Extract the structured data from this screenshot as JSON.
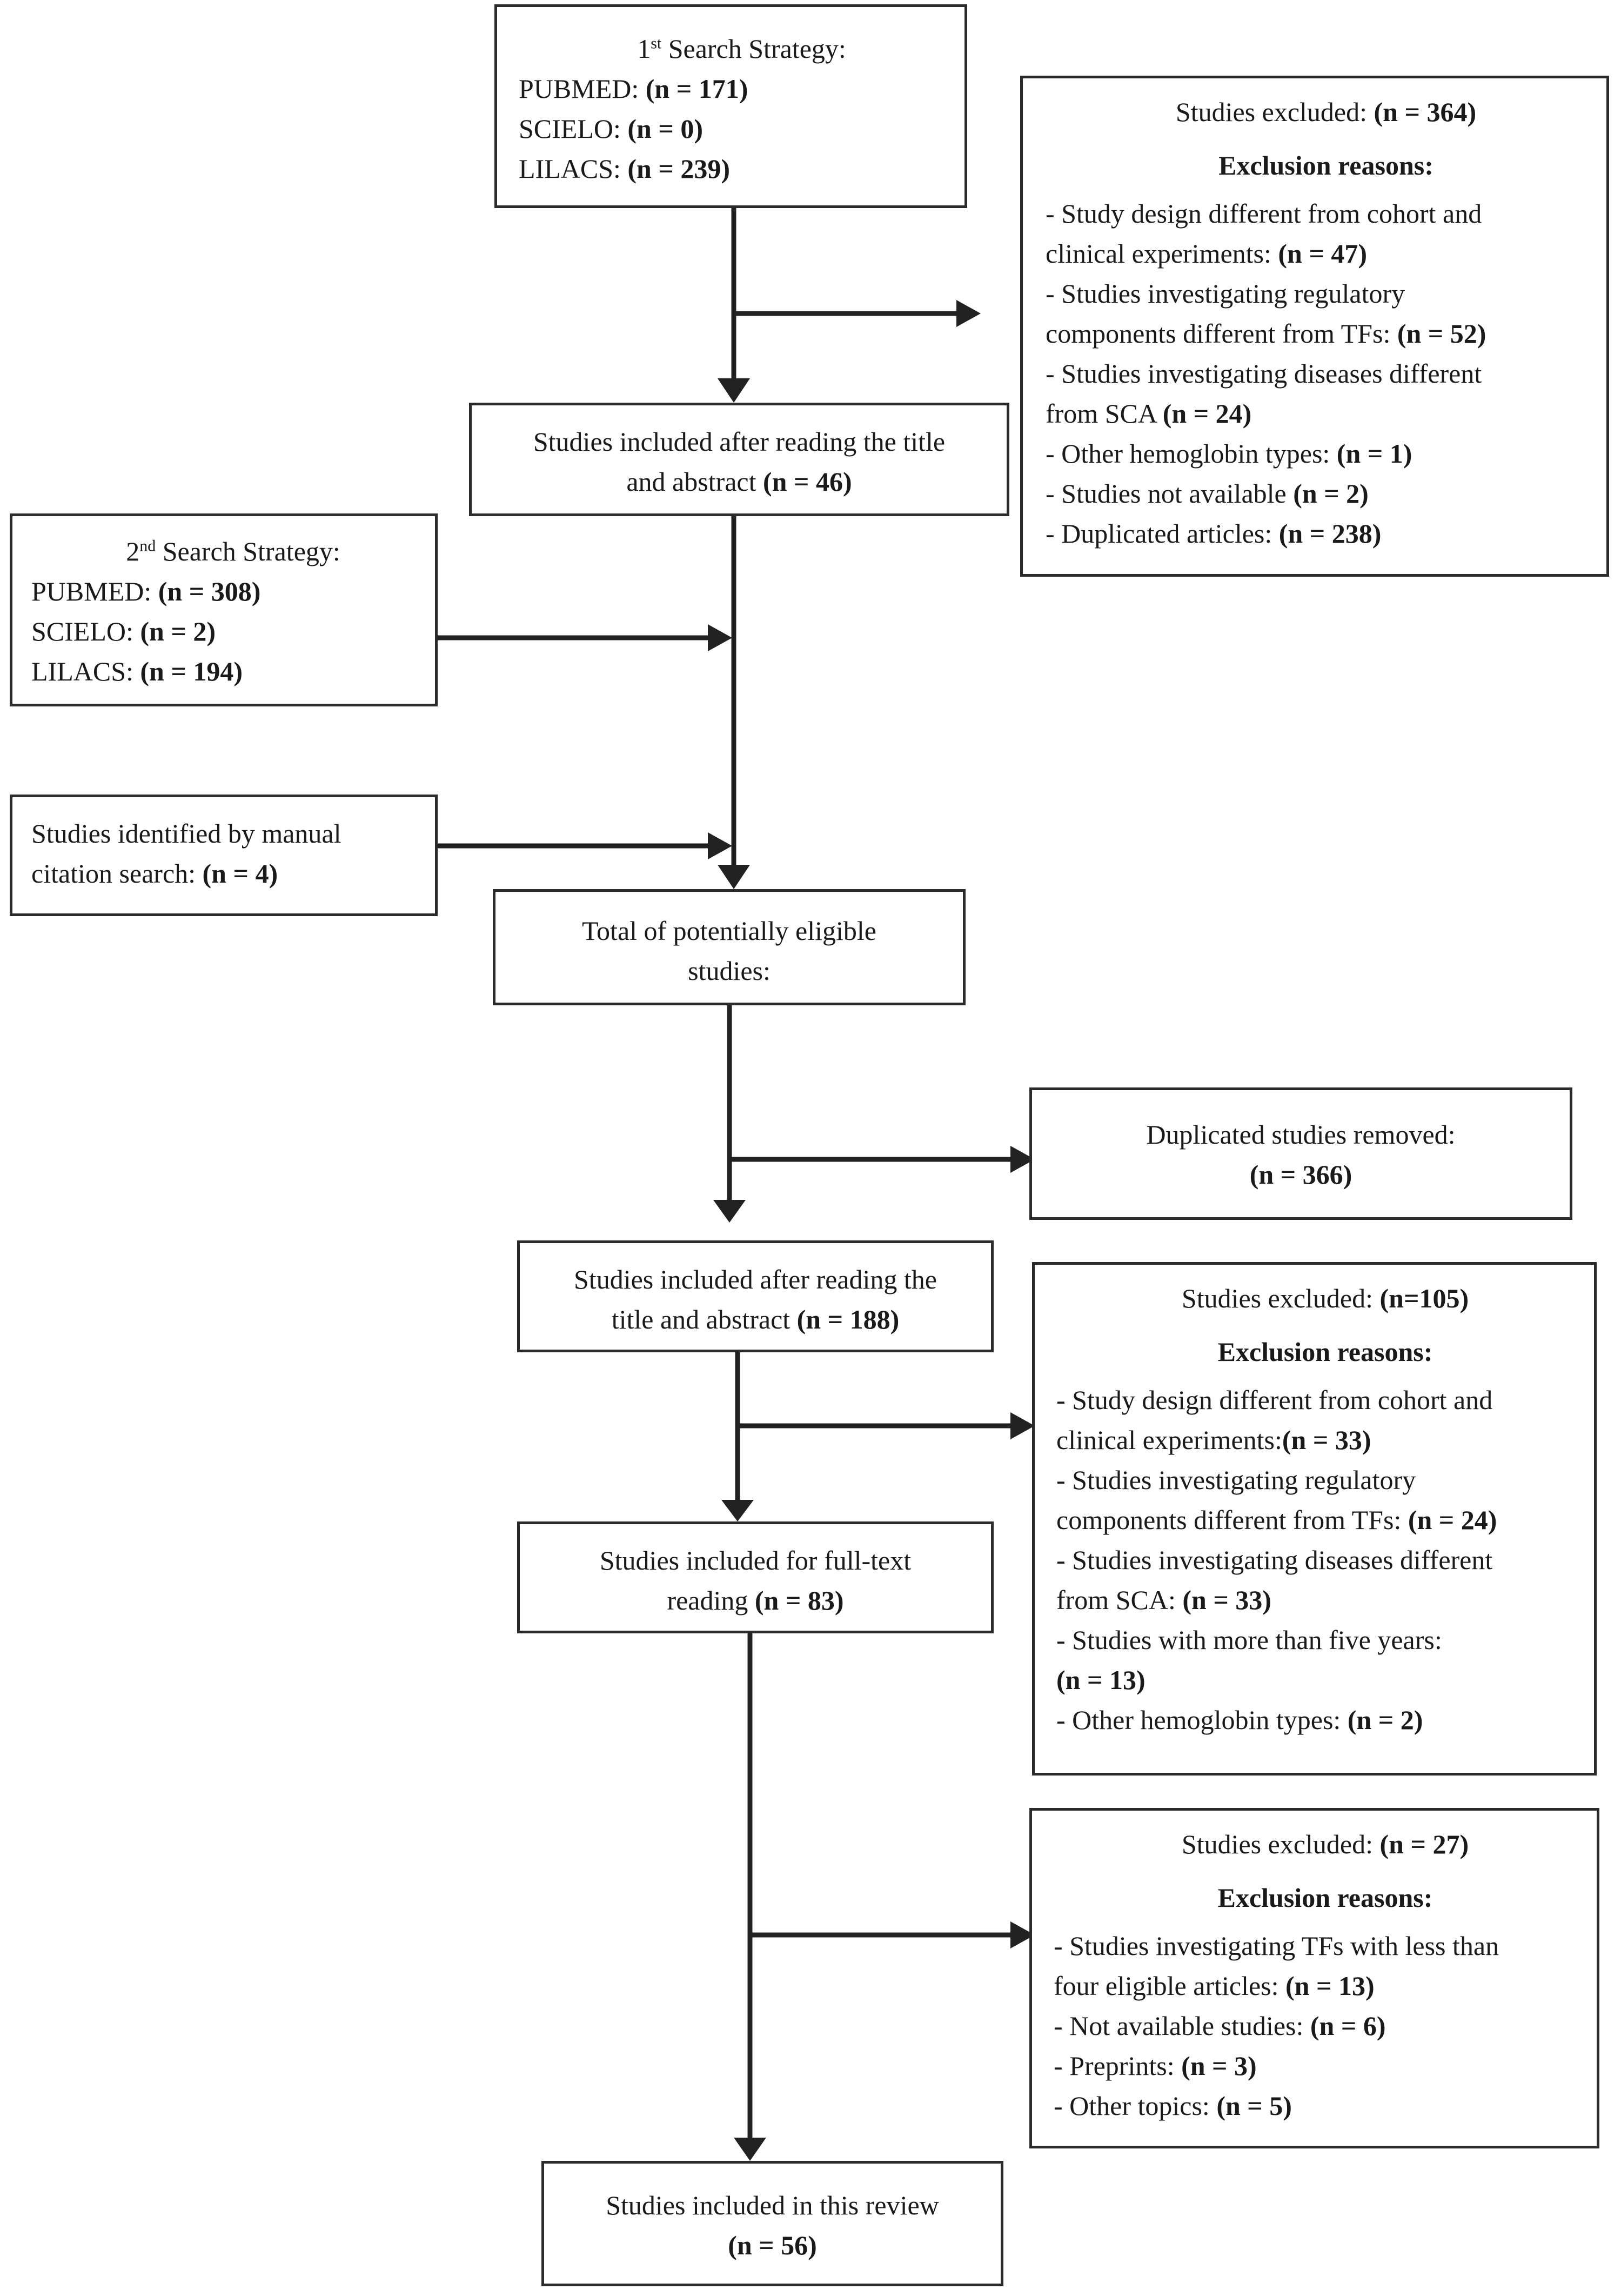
{
  "diagram": {
    "type": "flowchart",
    "search1": {
      "sup": "st",
      "title": "Search Strategy:",
      "title_num": "1",
      "lines": [
        {
          "label": "PUBMED: ",
          "value": "(n = 171)"
        },
        {
          "label": "SCIELO: ",
          "value": "(n = 0)"
        },
        {
          "label": "LILACS: ",
          "value": "(n = 239)"
        }
      ]
    },
    "excluded1": {
      "title": "Studies excluded: ",
      "title_value": "(n = 364)",
      "reasons_heading": "Exclusion reasons:",
      "lines": [
        {
          "text": "- Study design different from cohort and",
          "value": ""
        },
        {
          "text": "clinical experiments: ",
          "value": "(n = 47)"
        },
        {
          "text": "- Studies investigating regulatory",
          "value": ""
        },
        {
          "text": "components different from TFs: ",
          "value": "(n = 52)"
        },
        {
          "text": "- Studies investigating diseases different",
          "value": ""
        },
        {
          "text": "from SCA ",
          "value": "(n = 24)"
        },
        {
          "text": "- Other hemoglobin types: ",
          "value": "(n = 1)"
        },
        {
          "text": "- Studies not available ",
          "value": "(n = 2)"
        },
        {
          "text": "- Duplicated articles: ",
          "value": "(n = 238)"
        }
      ]
    },
    "included1": {
      "line1": "Studies included after reading the title",
      "line2": "and abstract ",
      "value": "(n = 46)"
    },
    "search2": {
      "sup": "nd",
      "title": "Search Strategy:",
      "title_num": "2",
      "lines": [
        {
          "label": "PUBMED: ",
          "value": "(n = 308)"
        },
        {
          "label": "SCIELO: ",
          "value": "(n = 2)"
        },
        {
          "label": "LILACS: ",
          "value": "(n = 194)"
        }
      ]
    },
    "manual": {
      "line1": "Studies identified by manual",
      "line2": "citation search: ",
      "value": "(n = 4)"
    },
    "eligible": {
      "line1": "Total of potentially eligible",
      "line2": "studies:"
    },
    "duplicates": {
      "line1": "Duplicated studies removed:",
      "value": "(n = 366)"
    },
    "included2": {
      "line1": "Studies included after reading the",
      "line2": "title and abstract ",
      "value": "(n = 188)"
    },
    "excluded2": {
      "title": "Studies excluded: ",
      "title_value": "(n=105)",
      "reasons_heading": "Exclusion reasons:",
      "lines": [
        {
          "text": "- Study design different from cohort and",
          "value": ""
        },
        {
          "text": "clinical experiments:",
          "value": "(n = 33)"
        },
        {
          "text": "- Studies investigating regulatory",
          "value": ""
        },
        {
          "text": "components different from TFs: ",
          "value": "(n = 24)"
        },
        {
          "text": "- Studies investigating diseases different",
          "value": ""
        },
        {
          "text": "from SCA: ",
          "value": "(n = 33)"
        },
        {
          "text": "- Studies with more than five years:",
          "value": ""
        },
        {
          "text": "",
          "value": "(n = 13)"
        },
        {
          "text": "- Other hemoglobin types: ",
          "value": "(n = 2)"
        }
      ]
    },
    "fulltext": {
      "line1": "Studies included for full-text",
      "line2": "reading ",
      "value": "(n = 83)"
    },
    "excluded3": {
      "title": "Studies excluded: ",
      "title_value": "(n = 27)",
      "reasons_heading": "Exclusion reasons:",
      "lines": [
        {
          "text": "- Studies investigating TFs with less than",
          "value": ""
        },
        {
          "text": "four eligible articles: ",
          "value": "(n = 13)"
        },
        {
          "text": "- Not available studies: ",
          "value": "(n = 6)"
        },
        {
          "text": "- Preprints: ",
          "value": "(n = 3)"
        },
        {
          "text": "- Other topics: ",
          "value": "(n = 5)"
        }
      ]
    },
    "final": {
      "line1": "Studies included in this review",
      "value": "(n = 56)"
    }
  }
}
